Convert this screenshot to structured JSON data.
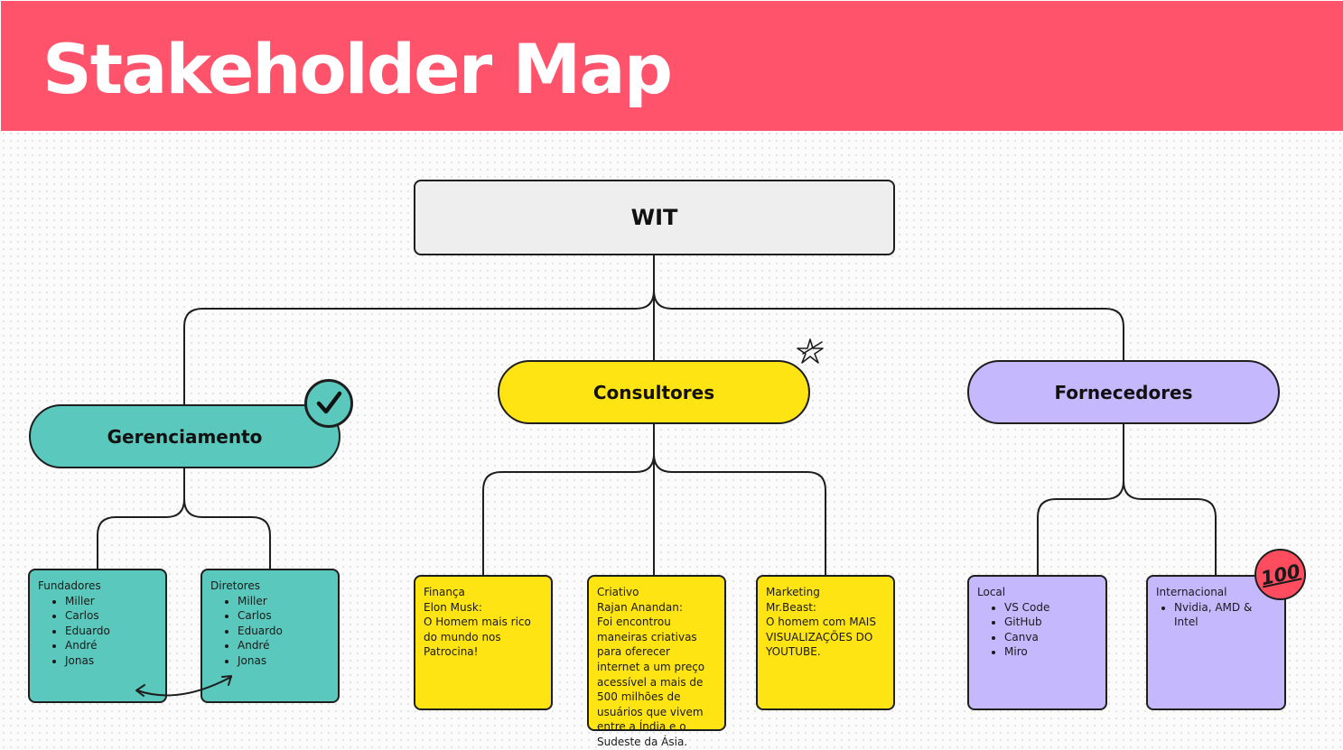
{
  "header": {
    "title": "Stakeholder Map",
    "color": "#ff536b"
  },
  "root": {
    "label": "WIT"
  },
  "branches": [
    {
      "label": "Gerenciamento",
      "color": "#5ac8bc"
    },
    {
      "label": "Consultores",
      "color": "#ffe414"
    },
    {
      "label": "Fornecedores",
      "color": "#c6b8fc"
    }
  ],
  "cards": {
    "fundadores": {
      "title": "Fundadores",
      "items": [
        "Miller",
        "Carlos",
        "Eduardo",
        "André",
        "Jonas"
      ]
    },
    "diretores": {
      "title": "Diretores",
      "items": [
        "Miller",
        "Carlos",
        "Eduardo",
        "André",
        "Jonas"
      ]
    },
    "financa": {
      "title": "Finança",
      "lines": [
        "Elon Musk:",
        "O Homem mais rico do mundo nos Patrocina!"
      ]
    },
    "criativo": {
      "title": "Criativo",
      "lines": [
        "Rajan Anandan:",
        "Foi encontrou maneiras criativas para oferecer internet a um preço acessível a mais de 500 milhões de usuários que vivem entre a Índia e o Sudeste da Ásia."
      ]
    },
    "marketing": {
      "title": "Marketing",
      "lines": [
        "Mr.Beast:",
        "O homem com MAIS VISUALIZAÇÕES DO YOUTUBE."
      ]
    },
    "local": {
      "title": "Local",
      "items": [
        "VS Code",
        "GitHub",
        "Canva",
        "Miro"
      ]
    },
    "internacional": {
      "title": "Internacional",
      "items": [
        "Nvidia, AMD & Intel"
      ]
    }
  },
  "badges": {
    "check": "check-icon",
    "hundred": "100",
    "star": "star-doodle-icon",
    "arrow": "double-arrow-icon"
  }
}
